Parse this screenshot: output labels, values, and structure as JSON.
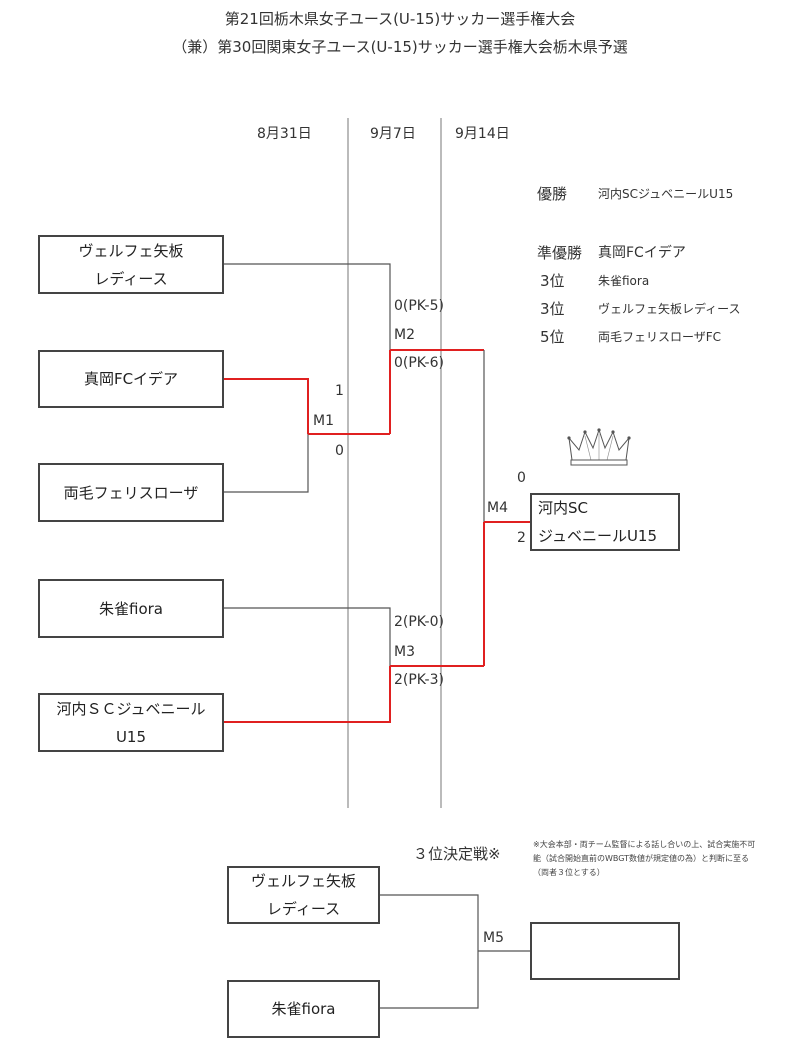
{
  "header": {
    "title_line1": "第21回栃木県女子ユース(U-15)サッカー選手権大会",
    "title_line2": "（兼）第30回関東女子ユース(U-15)サッカー選手権大会栃木県予選"
  },
  "dates": [
    "8月31日",
    "9月7日",
    "9月14日"
  ],
  "results": {
    "champion_label": "優勝",
    "champion": "河内SCジュベニールU15",
    "runnerup_label": "準優勝",
    "runnerup": "真岡FCイデア",
    "third_label_1": "3位",
    "third_1": "朱雀fiora",
    "third_label_2": "3位",
    "third_2": "ヴェルフェ矢板レディース",
    "fifth_label": "5位",
    "fifth": "両毛フェリスローザFC"
  },
  "teams": {
    "t1_line1": "ヴェルフェ矢板",
    "t1_line2": "レディース",
    "t2": "真岡FCイデア",
    "t3": "両毛フェリスローザ",
    "t4": "朱雀fiora",
    "t5_line1": "河内ＳＣジュベニール",
    "t5_line2": "U15",
    "winner_line1": "河内SC",
    "winner_line2": "ジュベニールU15"
  },
  "matches": {
    "m1": "M1",
    "m1_top": "1",
    "m1_bottom": "0",
    "m2": "M2",
    "m2_top": "0(PK-5)",
    "m2_bottom": "0(PK-6)",
    "m3": "M3",
    "m3_top": "2(PK-0)",
    "m3_bottom": "2(PK-3)",
    "m4": "M4",
    "m4_top": "0",
    "m4_bottom": "2",
    "m5": "M5"
  },
  "third_place": {
    "title": "３位決定戦※",
    "note": "※大会本部・両チーム監督による話し合いの上、試合実施不可能（試合開始直前のWBGT数値が規定値の為）と判断に至る（両者３位とする）",
    "team1_line1": "ヴェルフェ矢板",
    "team1_line2": "レディース",
    "team2": "朱雀fiora"
  },
  "colors": {
    "winner_line": "#e02020",
    "line": "#555555"
  }
}
